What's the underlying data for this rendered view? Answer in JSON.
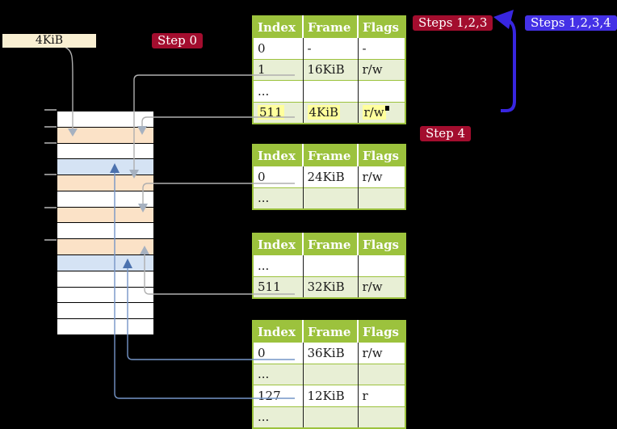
{
  "frame_label": {
    "text": "4KiB"
  },
  "badges": {
    "step0": {
      "label": "Step 0"
    },
    "steps123": {
      "label": "Steps 1,2,3"
    },
    "steps1234": {
      "label": "Steps 1,2,3,4"
    },
    "step4": {
      "label": "Step 4"
    }
  },
  "memory": {
    "rows": [
      "white",
      "peach",
      "white",
      "blue",
      "peach",
      "white",
      "peach",
      "white",
      "peach",
      "blue",
      "white",
      "white",
      "white",
      "white"
    ]
  },
  "tables": [
    {
      "headers": [
        "Index",
        "Frame",
        "Flags"
      ],
      "rows": [
        {
          "cells": [
            "0",
            "-",
            "-"
          ]
        },
        {
          "cells": [
            "1",
            "16KiB",
            "r/w"
          ]
        },
        {
          "cells": [
            "...",
            "",
            ""
          ]
        },
        {
          "cells": [
            "511",
            "4KiB",
            "r/w"
          ],
          "highlight": true
        }
      ]
    },
    {
      "headers": [
        "Index",
        "Frame",
        "Flags"
      ],
      "rows": [
        {
          "cells": [
            "0",
            "24KiB",
            "r/w"
          ]
        },
        {
          "cells": [
            "...",
            "",
            ""
          ]
        }
      ]
    },
    {
      "headers": [
        "Index",
        "Frame",
        "Flags"
      ],
      "rows": [
        {
          "cells": [
            "...",
            "",
            ""
          ]
        },
        {
          "cells": [
            "511",
            "32KiB",
            "r/w"
          ]
        }
      ]
    },
    {
      "headers": [
        "Index",
        "Frame",
        "Flags"
      ],
      "rows": [
        {
          "cells": [
            "0",
            "36KiB",
            "r/w"
          ]
        },
        {
          "cells": [
            "...",
            "",
            ""
          ]
        },
        {
          "cells": [
            "127",
            "12KiB",
            "r"
          ]
        },
        {
          "cells": [
            "...",
            "",
            ""
          ]
        }
      ]
    }
  ],
  "colors": {
    "table_header_bg": "#9CC23D",
    "table_row_alt_bg": "#E8EFD5",
    "highlight_bg": "#FFFF9C",
    "badge_red": "#A30D2E",
    "badge_blue": "#4431E6",
    "mem_peach": "#FBE2C7",
    "mem_blue": "#D5E3F4",
    "frame_label_bg": "#F9EFD2",
    "connector_gray": "#AFAFAF",
    "arrowhead_gray": "#A6B1C0",
    "connector_blue": "#7595C7",
    "arrowhead_blue": "#4C72AE",
    "recursive_arrow": "#3826E0"
  }
}
